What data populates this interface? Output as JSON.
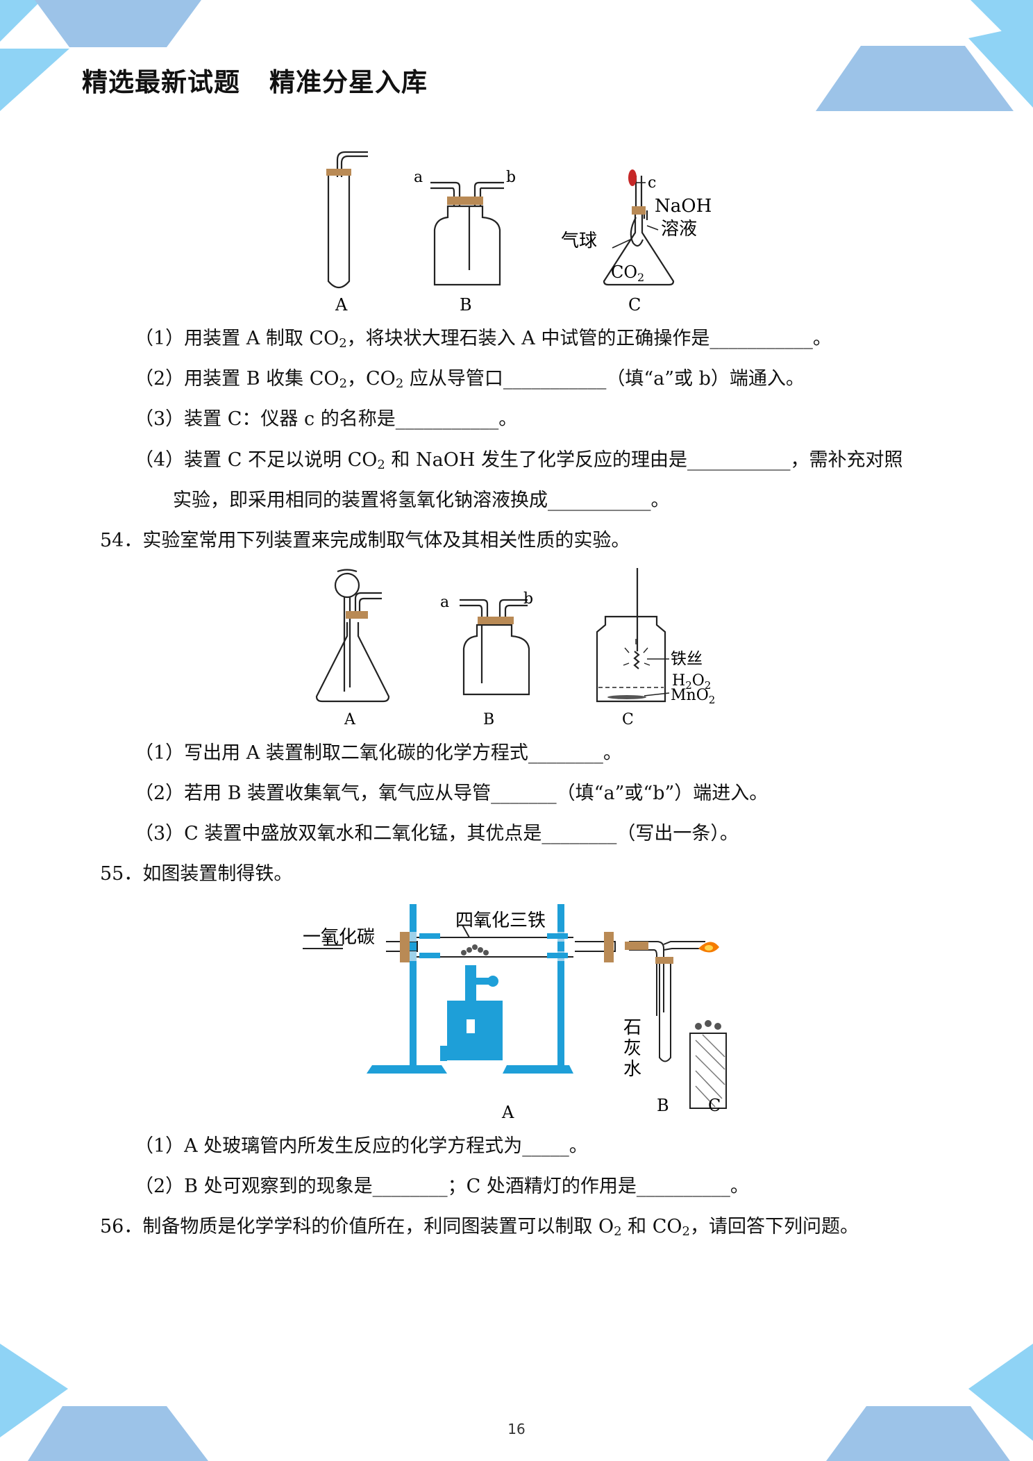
{
  "header": {
    "part1": "精选最新试题",
    "part2": "精准分星入库"
  },
  "fig1": {
    "labels": [
      "A",
      "B",
      "C"
    ],
    "tube_a": "a",
    "tube_b": "b",
    "c": "c",
    "naoh_line1": "NaOH",
    "naoh_line2": "溶液",
    "balloon": "气球",
    "co2": "CO",
    "co2_sub": "2"
  },
  "q53": {
    "l1": {
      "pre": "（1）用装置 A 制取 CO",
      "sub": "2",
      "post": "，将块状大理石装入 A 中试管的正确操作是___________。"
    },
    "l2": {
      "pre": "（2）用装置 B 收集 CO",
      "sub1": "2",
      "mid": "，CO",
      "sub2": "2",
      "post": " 应从导管口___________（填“a”或 b）端通入。"
    },
    "l3": "（3）装置 C：仪器 c 的名称是___________。",
    "l4": {
      "pre": "（4）装置 C 不足以说明 CO",
      "sub": "2",
      "post": " 和 NaOH 发生了化学反应的理由是___________，需补充对照"
    },
    "l5": "实验，即采用相同的装置将氢氧化钠溶液换成___________。"
  },
  "q54": {
    "stem": "54．实验室常用下列装置来完成制取气体及其相关性质的实验。",
    "fig": {
      "labels": [
        "A",
        "B",
        "C"
      ],
      "tube_a": "a",
      "tube_b": "b",
      "iron": "铁丝",
      "h2o2": "H",
      "h2o2_s1": "2",
      "h2o2_o": "O",
      "h2o2_s2": "2",
      "mno2": "MnO",
      "mno2_s": "2"
    },
    "l1": "（1）写出用 A 装置制取二氧化碳的化学方程式________。",
    "l2": "（2）若用 B 装置收集氧气，氧气应从导管_______（填“a”或“b”）端进入。",
    "l3": "（3）C 装置中盛放双氧水和二氧化锰，其优点是________（写出一条）。"
  },
  "q55": {
    "stem": "55．如图装置制得铁。",
    "fig": {
      "co": "一氧化碳",
      "fe3o4": "四氧化三铁",
      "lime": [
        "石",
        "灰",
        "水"
      ],
      "labels": [
        "A",
        "B",
        "C"
      ]
    },
    "l1": "（1）A 处玻璃管内所发生反应的化学方程式为_____。",
    "l2": "（2）B 处可观察到的现象是________；C 处酒精灯的作用是__________。"
  },
  "q56": {
    "pre": "56．制备物质是化学学科的价值所在，利同图装置可以制取 O",
    "s1": "2",
    "mid": " 和 CO",
    "s2": "2",
    "post": "，请回答下列问题。"
  },
  "page_number": "16",
  "colors": {
    "light_blue": "#8fd3f5",
    "mid_blue": "#9cc3e8",
    "stand_blue": "#1e9fd8",
    "stopper": "#b98a55"
  }
}
